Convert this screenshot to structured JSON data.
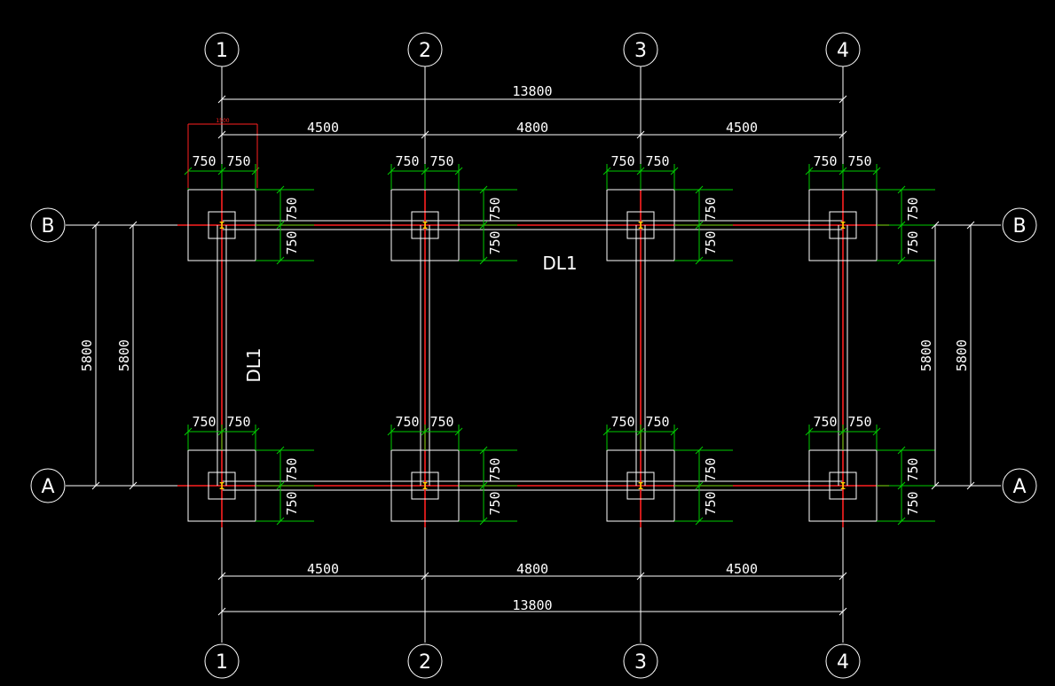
{
  "grid": {
    "columns": [
      "1",
      "2",
      "3",
      "4"
    ],
    "rows": [
      "A",
      "B"
    ]
  },
  "dimensions": {
    "overall": "13800",
    "bays": [
      "4500",
      "4800",
      "4500"
    ],
    "span": "5800",
    "half_footing": "750",
    "small_red": "1500"
  },
  "beam_label": "DL1",
  "column_mark": "I",
  "colors": {
    "background": "#000000",
    "linework": "#ffffff",
    "dimension": "#00cc00",
    "centerline": "#ff2020",
    "column_mark": "#ffcc00"
  }
}
